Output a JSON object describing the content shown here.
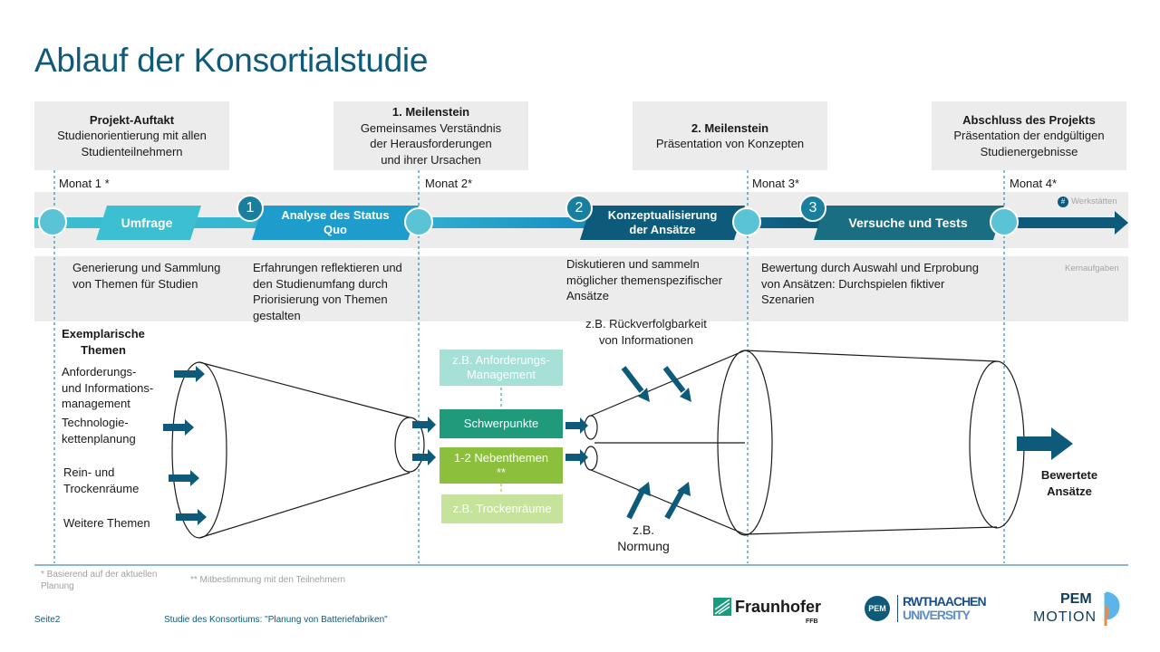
{
  "title": "Ablauf der Konsortialstudie",
  "milestones": [
    {
      "title": "Projekt-Auftakt",
      "text": "Studienorientierung mit allen Studienteilnehmern",
      "line1": "Studienorientierung mit allen",
      "line2": "Studienteilnehmern"
    },
    {
      "title": "1. Meilenstein",
      "line1": "Gemeinsames Verständnis",
      "line2": "der Herausforderungen",
      "line3": "und ihrer Ursachen"
    },
    {
      "title": "2. Meilenstein",
      "line1": "Präsentation von Konzepten"
    },
    {
      "title": "Abschluss des Projekts",
      "line1": "Präsentation der endgültigen",
      "line2": "Studienergebnisse"
    }
  ],
  "months": [
    "Monat 1  *",
    "Monat 2*",
    "Monat 3*",
    "Monat 4*"
  ],
  "side_labels": {
    "workshops_badge": "#",
    "workshops": "Werkstätten",
    "core_tasks": "Kernaufgaben"
  },
  "steps": [
    {
      "label": "Umfrage"
    },
    {
      "number": "1",
      "line1": "Analyse des Status",
      "line2": "Quo"
    },
    {
      "number": "2",
      "line1": "Konzeptualisierung",
      "line2": "der Ansätze"
    },
    {
      "number": "3",
      "line1": "Versuche und Tests"
    }
  ],
  "descriptions": {
    "d1": {
      "l1": "Generierung und Sammlung",
      "l2": "von Themen für Studien"
    },
    "d2": {
      "l1": "Erfahrungen reflektieren und",
      "l2": "den Studienumfang durch",
      "l3": "Priorisierung von Themen",
      "l4": "gestalten"
    },
    "d3": {
      "l1": "Diskutieren und sammeln",
      "l2": "möglicher themenspezifischer",
      "l3": "Ansätze"
    },
    "d4": {
      "l1": "Bewertung durch Auswahl und Erprobung",
      "l2": "von Ansätzen: Durchspielen fiktiver",
      "l3": "Szenarien"
    }
  },
  "funnel": {
    "heading_l1": "Exemplarische",
    "heading_l2": "Themen",
    "topics": [
      {
        "l1": "Anforderungs-",
        "l2": "und Informations-",
        "l3": "management"
      },
      {
        "l1": "Technologie-",
        "l2": "kettenplanung"
      },
      {
        "l1": "Rein- und",
        "l2": "Trockenräume"
      },
      {
        "l1": "Weitere Themen"
      }
    ],
    "boxes": {
      "example_top_l1": "z.B.  Anforderungs-",
      "example_top_l2": "Management",
      "focus": "Schwerpunkte",
      "secondary_l1": "1-2 Nebenthemen",
      "secondary_l2": "**",
      "example_bottom": "z.B. Trockenräume"
    },
    "trace_l1": "z.B. Rückverfolgbarkeit",
    "trace_l2": "von Informationen",
    "norm_l1": "z.B.",
    "norm_l2": "Normung",
    "result_l1": "Bewertete",
    "result_l2": "Ansätze"
  },
  "footnotes": {
    "f1_l1": "* Basierend auf der aktuellen",
    "f1_l2": "Planung",
    "f2": "** Mitbestimmung mit den Teilnehmern"
  },
  "footer": {
    "page": "Seite2",
    "study": "Studie des Konsortiums: \"Planung von Batteriefabriken\""
  },
  "logos": {
    "fraunhofer": "Fraunhofer",
    "fraunhofer_sub": "FFB",
    "pem_badge": "PEM",
    "rwth_l1": "RWTHAACHEN",
    "rwth_l2": "UNIVERSITY",
    "pem_l1": "PEM",
    "pem_l2": "MOTION"
  },
  "colors": {
    "title": "#0e5a7a",
    "step_light": "#3cbfd0",
    "step_mid": "#1a8fc0",
    "step_dark": "#0e5a7a",
    "green_light": "#b5dc82",
    "green_dark": "#8cbf3c",
    "green_box": "#1f9a7a"
  }
}
